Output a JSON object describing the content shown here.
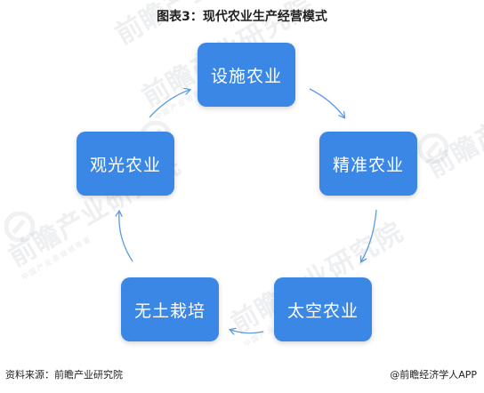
{
  "title": "图表3：现代农业生产经营模式",
  "nodes": {
    "top": "设施农业",
    "right": "精准农业",
    "bottom_right": "太空农业",
    "bottom_left": "无土栽培",
    "left": "观光农业"
  },
  "watermark": {
    "text": "前瞻产业研究院",
    "subtext": "中国产业咨询领导者"
  },
  "footer": {
    "source": "资料来源：前瞻产业研究院",
    "credit": "@前瞻经济学人APP"
  },
  "colors": {
    "node_fill": "#3a87e6",
    "arrow": "#5b9be0"
  }
}
